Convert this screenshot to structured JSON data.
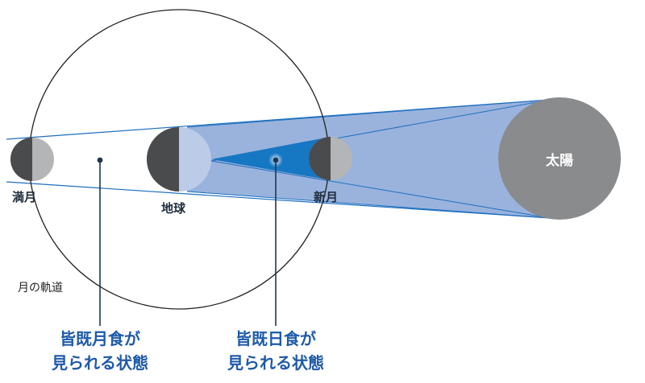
{
  "labels": {
    "full_moon": "満月",
    "earth": "地球",
    "new_moon": "新月",
    "sun": "太陽",
    "orbit": "月の軌道",
    "lunar_eclipse": [
      "皆既月食が",
      "見られる状態"
    ],
    "solar_eclipse": [
      "皆既日食が",
      "見られる状態"
    ]
  },
  "colors": {
    "penumbra": "#9ab3dd",
    "penumbra_light": "#b9cbe9",
    "umbra": "#1677c3",
    "sun": "#8a8b8d",
    "body_dark": "#4a4b4d",
    "body_light": "#b4b5b7",
    "earth_lit": "#bccbe8",
    "marker": "#1f3550",
    "label_blue": "#1e5aa8",
    "orbit_line": "#222222"
  }
}
